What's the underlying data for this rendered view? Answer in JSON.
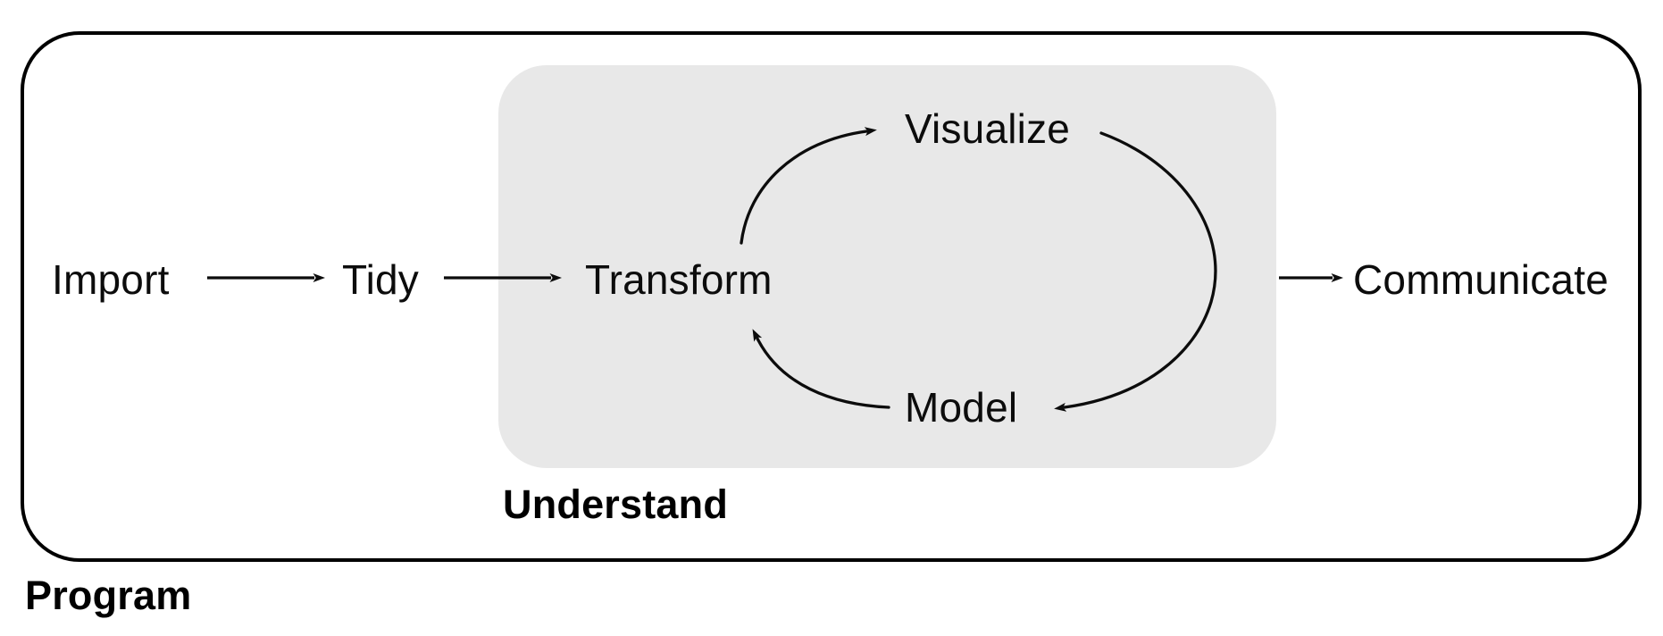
{
  "diagram": {
    "title_implied": "Data science workflow",
    "nodes": {
      "import": "Import",
      "tidy": "Tidy",
      "transform": "Transform",
      "visualize": "Visualize",
      "model": "Model",
      "communicate": "Communicate"
    },
    "groups": {
      "outer_label": "Program",
      "inner_label": "Understand"
    },
    "edges": [
      {
        "from": "Import",
        "to": "Tidy",
        "style": "straight"
      },
      {
        "from": "Tidy",
        "to": "Transform",
        "style": "straight"
      },
      {
        "from": "Transform",
        "to": "Visualize",
        "style": "curved"
      },
      {
        "from": "Visualize",
        "to": "Model",
        "style": "curved"
      },
      {
        "from": "Model",
        "to": "Transform",
        "style": "curved"
      },
      {
        "from": "Understand group",
        "to": "Communicate",
        "style": "straight"
      }
    ],
    "colors": {
      "background": "#ffffff",
      "inner_box_fill": "#e8e8e8",
      "outer_box_stroke": "#000000",
      "arrow_stroke": "#0c0c0c",
      "text": "#0c0c0c"
    }
  }
}
